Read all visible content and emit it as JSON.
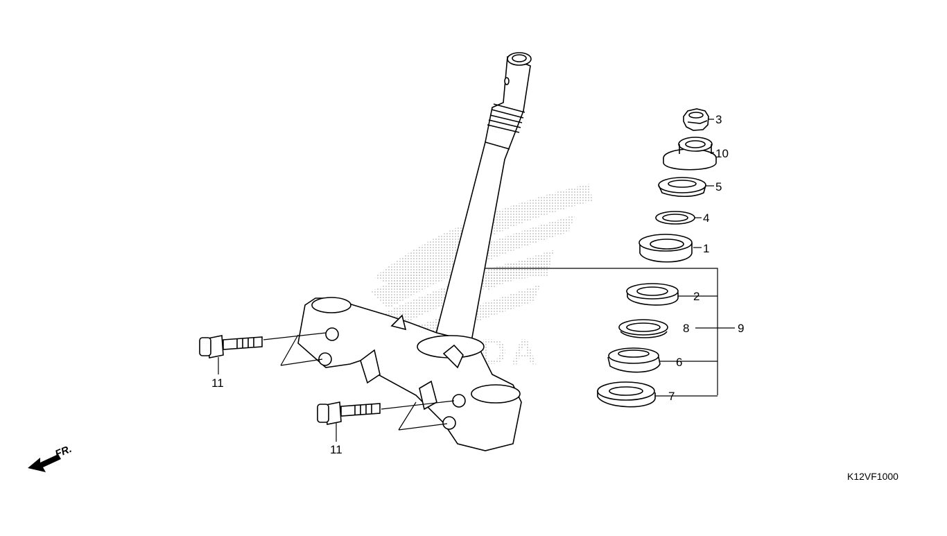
{
  "diagram": {
    "code": "K12VF1000",
    "front_label": "FR.",
    "watermark_text": "HONDA",
    "callouts": {
      "c1": "1",
      "c2": "2",
      "c3": "3",
      "c4": "4",
      "c5": "5",
      "c6": "6",
      "c7": "7",
      "c8": "8",
      "c9": "9",
      "c10": "10",
      "c11a": "11",
      "c11b": "11"
    }
  }
}
